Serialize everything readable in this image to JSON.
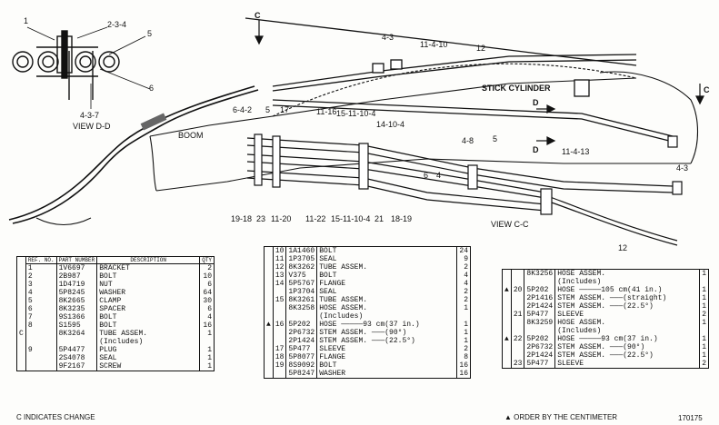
{
  "drawing": {
    "view_dd_label": "VIEW D-D",
    "view_cc_label": "VIEW C-C",
    "boom_label": "BOOM",
    "stick_label": "STICK CYLINDER",
    "section_c": "C",
    "section_d": "D",
    "callouts_dd": [
      "1",
      "2-3-4",
      "5",
      "6",
      "4-3-7"
    ],
    "callouts_cc": [
      "4-3",
      "11-4-10",
      "12",
      "6-4-2",
      "5",
      "17",
      "11-16",
      "15-11-10-4",
      "14-10-4",
      "4-8",
      "11-4-13",
      "5",
      "4-3",
      "19-18",
      "23",
      "11-20",
      "11-22",
      "15-11-10-4",
      "21",
      "18-19",
      "6",
      "4",
      "12"
    ]
  },
  "table1": {
    "headers": [
      "REF. NO.",
      "PART NUMBER",
      "DESCRIPTION",
      "QTY"
    ],
    "rows": [
      {
        "mark": "",
        "ref": "1",
        "part": "1V6697",
        "desc": "BRACKET",
        "qty": "2"
      },
      {
        "mark": "",
        "ref": "2",
        "part": "2B987",
        "desc": "BOLT",
        "qty": "10"
      },
      {
        "mark": "",
        "ref": "3",
        "part": "1D4719",
        "desc": "NUT",
        "qty": "6"
      },
      {
        "mark": "",
        "ref": "4",
        "part": "5P8245",
        "desc": "WASHER",
        "qty": "64"
      },
      {
        "mark": "",
        "ref": "5",
        "part": "8K2665",
        "desc": "CLAMP",
        "qty": "30"
      },
      {
        "mark": "",
        "ref": "6",
        "part": "8K3235",
        "desc": "SPACER",
        "qty": "6"
      },
      {
        "mark": "",
        "ref": "7",
        "part": "9S1366",
        "desc": "BOLT",
        "qty": "4"
      },
      {
        "mark": "",
        "ref": "8",
        "part": "S1595",
        "desc": "BOLT",
        "qty": "16"
      },
      {
        "mark": "C",
        "ref": "",
        "part": "8K3264",
        "desc": "TUBE ASSEM.",
        "qty": "1"
      },
      {
        "mark": "",
        "ref": "",
        "part": "",
        "desc": "(Includes)",
        "qty": ""
      },
      {
        "mark": "",
        "ref": "9",
        "part": "5P4477",
        "desc": "PLUG",
        "qty": "1"
      },
      {
        "mark": "",
        "ref": "",
        "part": "2S4078",
        "desc": "SEAL",
        "qty": "1"
      },
      {
        "mark": "",
        "ref": "",
        "part": "9F2167",
        "desc": "SCREW",
        "qty": "1"
      }
    ]
  },
  "table2": {
    "rows": [
      {
        "mark": "",
        "ref": "10",
        "part": "1A1460",
        "desc": "BOLT",
        "qty": "24"
      },
      {
        "mark": "",
        "ref": "11",
        "part": "1P3705",
        "desc": "SEAL",
        "qty": "9"
      },
      {
        "mark": "",
        "ref": "12",
        "part": "8K3262",
        "desc": "TUBE ASSEM.",
        "qty": "2"
      },
      {
        "mark": "",
        "ref": "13",
        "part": "V375",
        "desc": "BOLT",
        "qty": "4"
      },
      {
        "mark": "",
        "ref": "14",
        "part": "5P5767",
        "desc": "FLANGE",
        "qty": "4"
      },
      {
        "mark": "",
        "ref": "",
        "part": "1P3704",
        "desc": "SEAL",
        "qty": "2"
      },
      {
        "mark": "",
        "ref": "15",
        "part": "8K3261",
        "desc": "TUBE ASSEM.",
        "qty": "2"
      },
      {
        "mark": "",
        "ref": "",
        "part": "8K3258",
        "desc": "HOSE ASSEM.",
        "qty": "1"
      },
      {
        "mark": "",
        "ref": "",
        "part": "",
        "desc": "(Includes)",
        "qty": ""
      },
      {
        "mark": "▲",
        "ref": "16",
        "part": "5P202",
        "desc": "HOSE —————93 cm(37 in.)",
        "qty": "1"
      },
      {
        "mark": "",
        "ref": "",
        "part": "2P6732",
        "desc": "STEM ASSEM. ———(90°)",
        "qty": "1"
      },
      {
        "mark": "",
        "ref": "",
        "part": "2P1424",
        "desc": "STEM ASSEM. ———(22.5°)",
        "qty": "1"
      },
      {
        "mark": "",
        "ref": "17",
        "part": "5P477",
        "desc": "SLEEVE",
        "qty": "2"
      },
      {
        "mark": "",
        "ref": "18",
        "part": "5P8077",
        "desc": "FLANGE",
        "qty": "8"
      },
      {
        "mark": "",
        "ref": "19",
        "part": "8S9092",
        "desc": "BOLT",
        "qty": "16"
      },
      {
        "mark": "",
        "ref": "",
        "part": "5P8247",
        "desc": "WASHER",
        "qty": "16"
      }
    ]
  },
  "table3": {
    "rows": [
      {
        "mark": "",
        "ref": "",
        "part": "8K3256",
        "desc": "HOSE ASSEM.",
        "qty": "1"
      },
      {
        "mark": "",
        "ref": "",
        "part": "",
        "desc": "(Includes)",
        "qty": ""
      },
      {
        "mark": "▲",
        "ref": "20",
        "part": "5P202",
        "desc": "HOSE —————105 cm(41 in.)",
        "qty": "1"
      },
      {
        "mark": "",
        "ref": "",
        "part": "2P1416",
        "desc": "STEM ASSEM. ———(straight)",
        "qty": "1"
      },
      {
        "mark": "",
        "ref": "",
        "part": "2P1424",
        "desc": "STEM ASSEM. ———(22.5°)",
        "qty": "1"
      },
      {
        "mark": "",
        "ref": "21",
        "part": "5P477",
        "desc": "SLEEVE",
        "qty": "2"
      },
      {
        "mark": "",
        "ref": "",
        "part": "8K3259",
        "desc": "HOSE ASSEM.",
        "qty": "1"
      },
      {
        "mark": "",
        "ref": "",
        "part": "",
        "desc": "(Includes)",
        "qty": ""
      },
      {
        "mark": "▲",
        "ref": "22",
        "part": "5P202",
        "desc": "HOSE —————93 cm(37 in.)",
        "qty": "1"
      },
      {
        "mark": "",
        "ref": "",
        "part": "2P6732",
        "desc": "STEM ASSEM. ———(90°)",
        "qty": "1"
      },
      {
        "mark": "",
        "ref": "",
        "part": "2P1424",
        "desc": "STEM ASSEM. ———(22.5°)",
        "qty": "1"
      },
      {
        "mark": "",
        "ref": "23",
        "part": "5P477",
        "desc": "SLEEVE",
        "qty": "2"
      }
    ]
  },
  "footer": {
    "change_note": "C INDICATES CHANGE",
    "order_note": "▲ ORDER BY THE CENTIMETER",
    "page_code": "170175"
  }
}
